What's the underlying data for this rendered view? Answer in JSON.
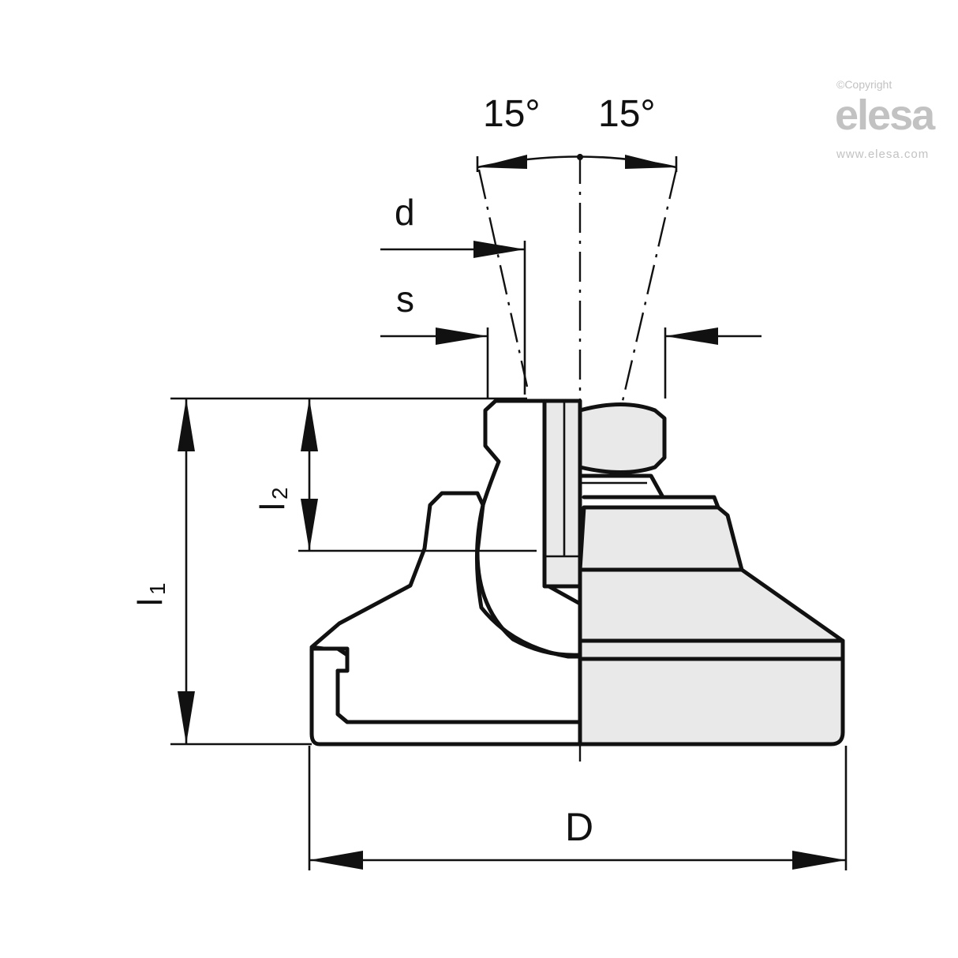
{
  "watermark": {
    "copyright": "©Copyright",
    "brand": "elesa",
    "url": "www.elesa.com",
    "color": "#c2c2c2"
  },
  "dimensions": {
    "angle_left": "15°",
    "angle_right": "15°",
    "d": "d",
    "s": "s",
    "l1": "l",
    "l1_sub": "1",
    "l2": "l",
    "l2_sub": "2",
    "D": "D"
  },
  "colors": {
    "line": "#111111",
    "part_fill": "#e9e9e9",
    "background": "#ffffff"
  }
}
